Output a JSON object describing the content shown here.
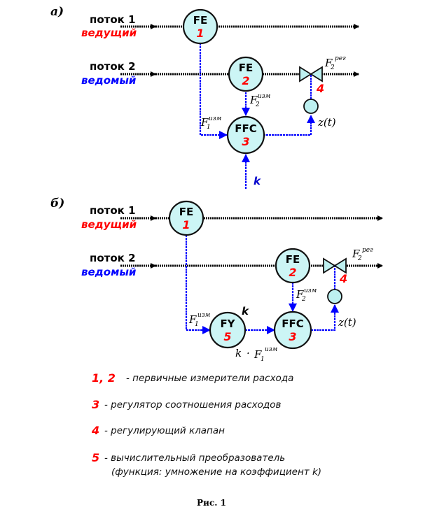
{
  "panels": {
    "a": {
      "label": "а)",
      "flow1": {
        "name": "поток 1",
        "role": "ведущий"
      },
      "flow2": {
        "name": "поток 2",
        "role": "ведомый"
      },
      "nodes": {
        "fe1": {
          "tag": "FE",
          "num": "1"
        },
        "fe2": {
          "tag": "FE",
          "num": "2"
        },
        "ffc": {
          "tag": "FFC",
          "num": "3"
        },
        "valve_num": "4"
      },
      "signals": {
        "f1_base": "F",
        "f1_sub": "1",
        "f1_sup": "изм",
        "f2_base": "F",
        "f2_sub": "2",
        "f2_sup": "изм",
        "freg_base": "F",
        "freg_sub": "2",
        "freg_sup": "рег",
        "z": "z(t)",
        "k": "k"
      }
    },
    "b": {
      "label": "б)",
      "flow1": {
        "name": "поток 1",
        "role": "ведущий"
      },
      "flow2": {
        "name": "поток 2",
        "role": "ведомый"
      },
      "nodes": {
        "fe1": {
          "tag": "FE",
          "num": "1"
        },
        "fe2": {
          "tag": "FE",
          "num": "2"
        },
        "fy": {
          "tag": "FY",
          "num": "5"
        },
        "ffc": {
          "tag": "FFC",
          "num": "3"
        },
        "valve_num": "4"
      },
      "signals": {
        "f1_base": "F",
        "f1_sub": "1",
        "f1_sup": "изм",
        "f2_base": "F",
        "f2_sub": "2",
        "f2_sup": "изм",
        "freg_base": "F",
        "freg_sub": "2",
        "freg_sup": "рег",
        "z": "z(t)",
        "k": "k",
        "kf1_k": "k",
        "kf1_dot": "·",
        "kf1_base": "F",
        "kf1_sub": "1",
        "kf1_sup": "изм"
      }
    }
  },
  "legend": [
    {
      "nums": "1, 2",
      "text": "- первичные измерители расхода"
    },
    {
      "nums": "3",
      "text": "- регулятор соотношения расходов"
    },
    {
      "nums": "4",
      "text": "- регулирующий клапан"
    },
    {
      "nums": "5",
      "text": "- вычислительный преобразователь",
      "text2": "(функция: умножение на коэффициент k)"
    }
  ],
  "caption": "Рис. 1",
  "colors": {
    "leading": "#ff0000",
    "slave": "#0000ff",
    "node_fill": "#ccf5f5",
    "signal": "#0000ff"
  }
}
